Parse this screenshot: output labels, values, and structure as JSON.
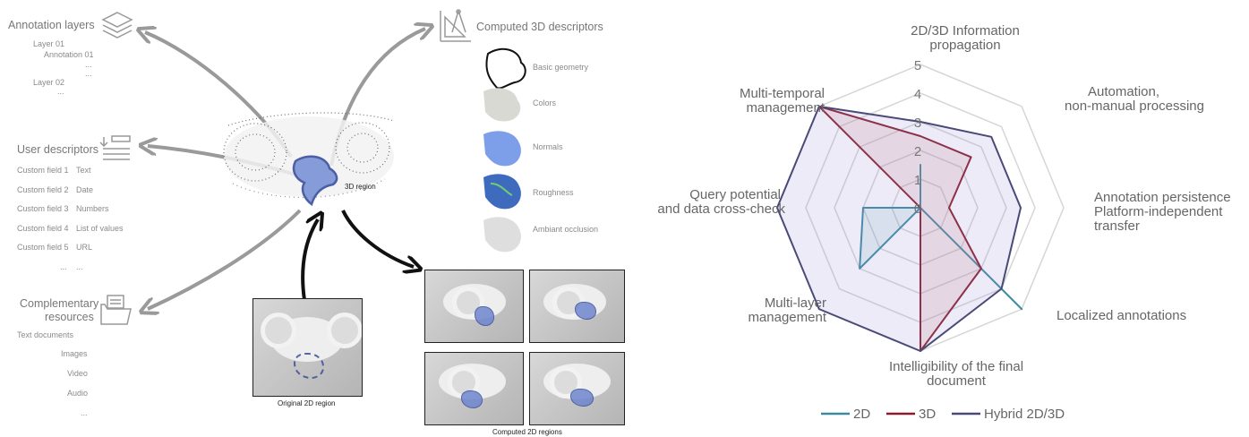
{
  "left": {
    "annotation_layers": {
      "title": "Annotation layers",
      "items": [
        "Layer 01",
        "Annotation 01",
        "...",
        "...",
        "Layer 02",
        "..."
      ]
    },
    "user_descriptors": {
      "title": "User descriptors",
      "fields": [
        {
          "name": "Custom field 1",
          "type": "Text"
        },
        {
          "name": "Custom field 2",
          "type": "Date"
        },
        {
          "name": "Custom field 3",
          "type": "Numbers"
        },
        {
          "name": "Custom field 4",
          "type": "List of values"
        },
        {
          "name": "Custom field 5",
          "type": "URL"
        }
      ],
      "more": "...",
      "more2": "..."
    },
    "complementary": {
      "title_line1": "Complementary",
      "title_line2": "resources",
      "items": [
        "Text documents",
        "Images",
        "Video",
        "Audio",
        "..."
      ]
    },
    "region_label": "3D region",
    "original_label": "Original 2D region",
    "computed_label": "Computed 2D regions",
    "descriptors": {
      "title": "Computed 3D descriptors",
      "items": [
        "Basic geometry",
        "Colors",
        "Normals",
        "Roughness",
        "Ambiant occlusion"
      ]
    }
  },
  "chart_data": {
    "type": "radar",
    "axes": [
      "2D/3D Information propagation",
      "Automation, non-manual processing",
      "Annotation persistence Platform-independent transfer",
      "Localized annotations",
      "Intelligibility of the final document",
      "Multi-layer management",
      "Query potential and data cross-check",
      "Multi-temporal management"
    ],
    "axis_label_lines": [
      [
        "2D/3D Information",
        "propagation"
      ],
      [
        "Automation,",
        "non-manual processing"
      ],
      [
        "Annotation persistence",
        "Platform-independent",
        "transfer"
      ],
      [
        "Localized annotations"
      ],
      [
        "Intelligibility of the final",
        "document"
      ],
      [
        "Multi-layer",
        "management"
      ],
      [
        "Query potential",
        "and data cross-check"
      ],
      [
        "Multi-temporal",
        "management"
      ]
    ],
    "rlim": [
      0,
      5
    ],
    "ticks": [
      "0",
      "1",
      "2",
      "3",
      "4",
      "5"
    ],
    "series": [
      {
        "name": "2D",
        "color": "#3b8aa0",
        "values": [
          1.5,
          0,
          0,
          5,
          0,
          3,
          2,
          0
        ]
      },
      {
        "name": "3D",
        "color": "#8b1c2b",
        "values": [
          2.5,
          2.5,
          1,
          3,
          5,
          0,
          0,
          5
        ]
      },
      {
        "name": "Hybrid 2D/3D",
        "color": "#4a4a78",
        "values": [
          3,
          3.5,
          3.5,
          4,
          5,
          5,
          5,
          5
        ]
      }
    ],
    "grid": true,
    "legend": "bottom"
  }
}
